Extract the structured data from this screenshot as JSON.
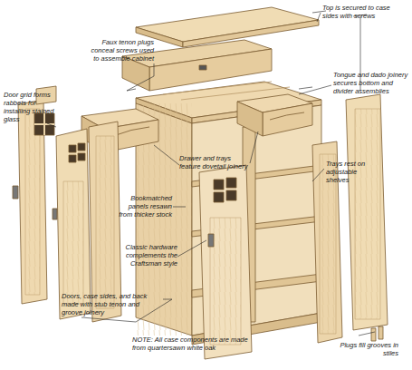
{
  "diagram": {
    "labels": [
      "Faux tenon plugs conceal screws used to assemble cabinet",
      "Top is secured to case sides with screws",
      "Tongue and dado joinery secures bottom and divider assemblies",
      "Door grid forms rabbets for installing stained glass",
      "Drawer and trays feature dovetail joinery",
      "Trays rest on adjustable shelves",
      "Bookmatched panels resawn from thicker stock",
      "Classic hardware complements the Craftsman style",
      "Doors, case sides, and back made with stub tenon and groove joinery",
      "NOTE: All case components are made from quartersawn white oak",
      "Plugs fill grooves in stiles"
    ]
  }
}
